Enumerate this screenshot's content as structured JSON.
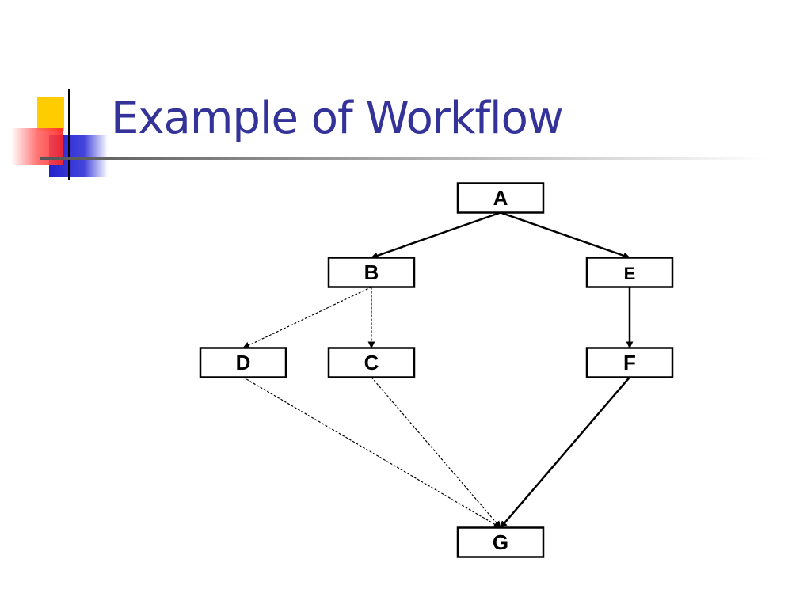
{
  "slide": {
    "title": "Example of Workflow",
    "colors": {
      "title": "#333399",
      "accent_yellow": "#ffcc00",
      "accent_red": "#ff3333",
      "accent_blue": "#3333cc"
    }
  },
  "diagram": {
    "nodes": [
      {
        "id": "A",
        "label": "A"
      },
      {
        "id": "B",
        "label": "B"
      },
      {
        "id": "E",
        "label": "E"
      },
      {
        "id": "D",
        "label": "D"
      },
      {
        "id": "C",
        "label": "C"
      },
      {
        "id": "F",
        "label": "F"
      },
      {
        "id": "G",
        "label": "G"
      }
    ],
    "edges": [
      {
        "from": "A",
        "to": "B",
        "style": "solid"
      },
      {
        "from": "A",
        "to": "E",
        "style": "solid"
      },
      {
        "from": "E",
        "to": "F",
        "style": "solid"
      },
      {
        "from": "F",
        "to": "G",
        "style": "solid"
      },
      {
        "from": "B",
        "to": "D",
        "style": "dashed"
      },
      {
        "from": "B",
        "to": "C",
        "style": "dashed"
      },
      {
        "from": "D",
        "to": "G",
        "style": "dashed"
      },
      {
        "from": "C",
        "to": "G",
        "style": "dashed"
      }
    ]
  }
}
